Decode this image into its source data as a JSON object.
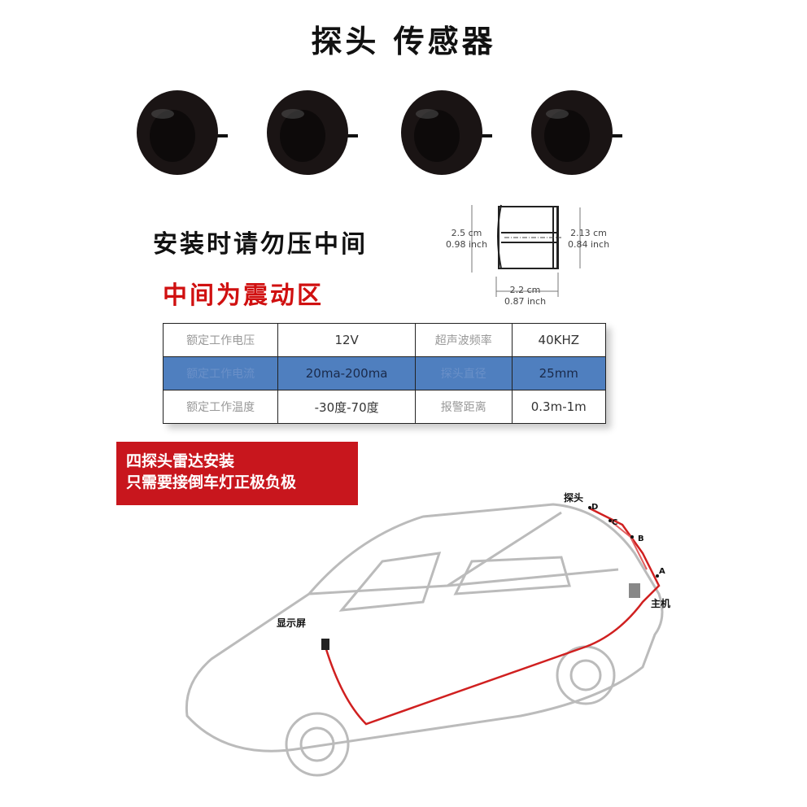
{
  "title": "探头 传感器",
  "install_note": "安装时请勿压中间",
  "vibration_note": "中间为震动区",
  "dimensions": {
    "height_outer": [
      "2.5 cm",
      "0.98 inch"
    ],
    "height_inner": [
      "2.13 cm",
      "0.84 inch"
    ],
    "length": [
      "2.2 cm",
      "0.87 inch"
    ]
  },
  "spec_table": [
    [
      "额定工作电压",
      "12V",
      "超声波频率",
      "40KHZ"
    ],
    [
      "额定工作电流",
      "20ma-200ma",
      "探头直径",
      "25mm"
    ],
    [
      "额定工作温度",
      "-30度-70度",
      "报警距离",
      "0.3m-1m"
    ]
  ],
  "banner": [
    "四探头雷达安装",
    "只需要接倒车灯正极负极"
  ],
  "car_labels": {
    "probe": "探头",
    "host": "主机",
    "display": "显示屏",
    "points": [
      "A",
      "B",
      "C",
      "D"
    ]
  },
  "colors": {
    "accent": "#c8161d",
    "table_highlight": "#4f7fbf"
  }
}
